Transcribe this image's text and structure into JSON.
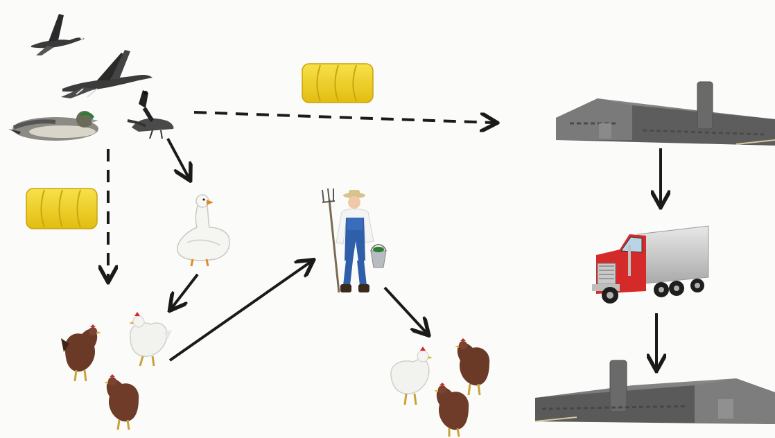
{
  "diagram": {
    "nodes": [
      {
        "id": "wild-birds",
        "icon": "wild-waterfowl-icon"
      },
      {
        "id": "domestic-goose",
        "icon": "white-goose-icon"
      },
      {
        "id": "backyard-chickens",
        "icon": "backyard-chickens-icon"
      },
      {
        "id": "farmer",
        "icon": "farmer-with-pitchfork-icon"
      },
      {
        "id": "farm-chickens",
        "icon": "farm-chickens-icon"
      },
      {
        "id": "poultry-house-source",
        "icon": "poultry-barn-icon"
      },
      {
        "id": "truck",
        "icon": "transport-truck-icon"
      },
      {
        "id": "poultry-house-destination",
        "icon": "poultry-barn-icon"
      },
      {
        "id": "hay-bale-top",
        "icon": "hay-bale-icon"
      },
      {
        "id": "hay-bale-left",
        "icon": "hay-bale-icon"
      }
    ],
    "edges": [
      {
        "from": "wild-birds",
        "to": "poultry-house-source",
        "style": "dashed"
      },
      {
        "from": "wild-birds",
        "to": "backyard-chickens",
        "style": "dashed"
      },
      {
        "from": "wild-birds",
        "to": "domestic-goose",
        "style": "solid"
      },
      {
        "from": "domestic-goose",
        "to": "backyard-chickens",
        "style": "solid"
      },
      {
        "from": "backyard-chickens",
        "to": "farmer",
        "style": "solid"
      },
      {
        "from": "farmer",
        "to": "farm-chickens",
        "style": "solid"
      },
      {
        "from": "poultry-house-source",
        "to": "truck",
        "style": "solid"
      },
      {
        "from": "truck",
        "to": "poultry-house-destination",
        "style": "solid"
      }
    ],
    "colors": {
      "arrow": "#1a1a1a",
      "hay": "#f2d21a",
      "barn": "#6f6f6f",
      "truck_cab": "#d42a2a",
      "trailer": "#cfcfcf",
      "overalls": "#2f5fa8",
      "hen_brown": "#6b3a26",
      "hen_white": "#f2f2ef",
      "comb": "#d8262a"
    }
  }
}
